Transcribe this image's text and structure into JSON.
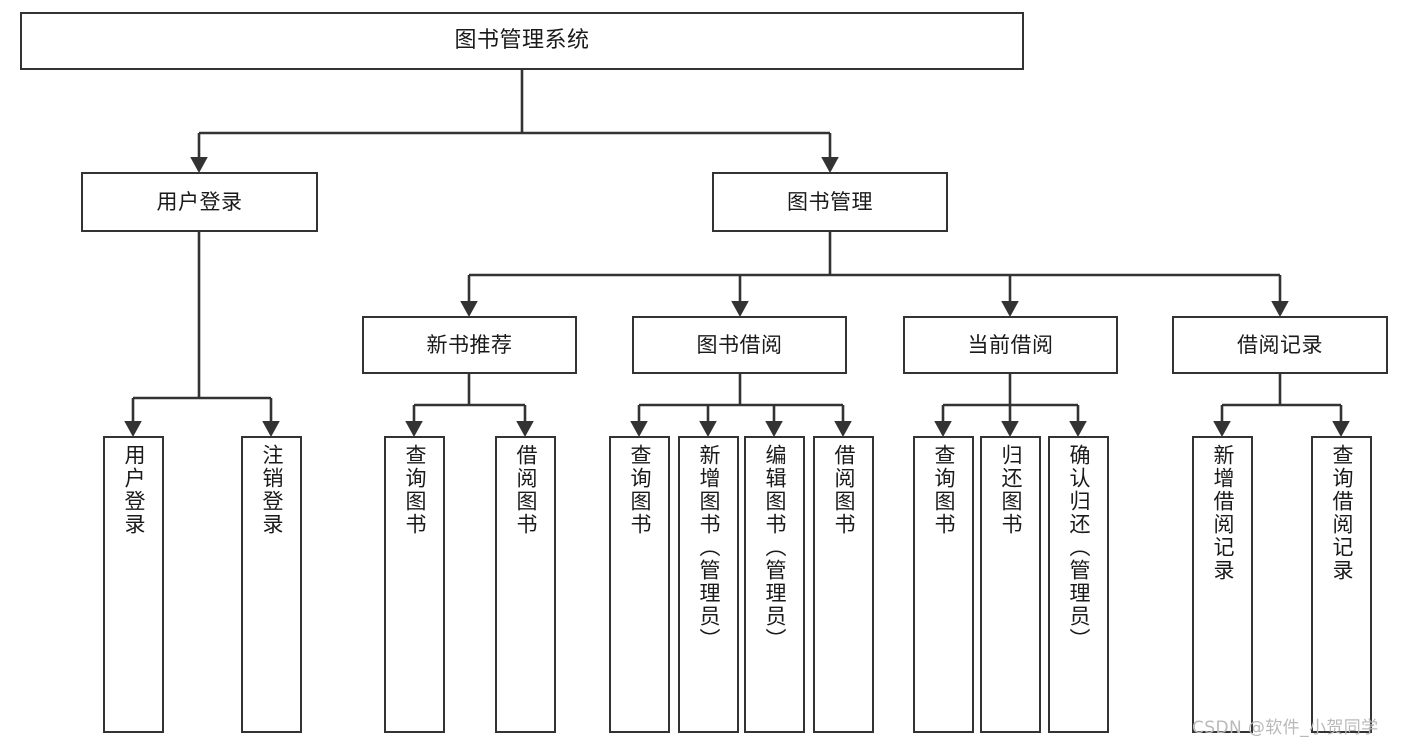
{
  "diagram": {
    "title": "图书管理系统",
    "type": "hierarchy-tree",
    "watermark": "CSDN @软件_小贺同学"
  },
  "nodes": {
    "root": {
      "label": "图书管理系统"
    },
    "level1": [
      {
        "id": "user-login",
        "label": "用户登录"
      },
      {
        "id": "book-manage",
        "label": "图书管理"
      }
    ],
    "level2": [
      {
        "id": "new-book-recommend",
        "label": "新书推荐"
      },
      {
        "id": "book-borrow",
        "label": "图书借阅"
      },
      {
        "id": "current-borrow",
        "label": "当前借阅"
      },
      {
        "id": "borrow-record",
        "label": "借阅记录"
      }
    ],
    "leaves": {
      "user_login": [
        {
          "id": "leaf-user-login",
          "label": "用户登录"
        },
        {
          "id": "leaf-logout-login",
          "label": "注销登录"
        }
      ],
      "new_book_recommend": [
        {
          "id": "leaf-query-book-1",
          "label": "查询图书"
        },
        {
          "id": "leaf-borrow-book-1",
          "label": "借阅图书"
        }
      ],
      "book_borrow": [
        {
          "id": "leaf-query-book-2",
          "label": "查询图书"
        },
        {
          "id": "leaf-add-book",
          "label": "新增图书（管理员）"
        },
        {
          "id": "leaf-edit-book",
          "label": "编辑图书（管理员）"
        },
        {
          "id": "leaf-borrow-book-2",
          "label": "借阅图书"
        }
      ],
      "current_borrow": [
        {
          "id": "leaf-query-book-3",
          "label": "查询图书"
        },
        {
          "id": "leaf-return-book",
          "label": "归还图书"
        },
        {
          "id": "leaf-confirm-return",
          "label": "确认归还（管理员）"
        }
      ],
      "borrow_record": [
        {
          "id": "leaf-add-record",
          "label": "新增借阅记录"
        },
        {
          "id": "leaf-query-record",
          "label": "查询借阅记录"
        }
      ]
    }
  },
  "colors": {
    "stroke": "#333333",
    "background": "#ffffff",
    "text": "#1a1a1a",
    "watermark": "#b9b9b9"
  }
}
